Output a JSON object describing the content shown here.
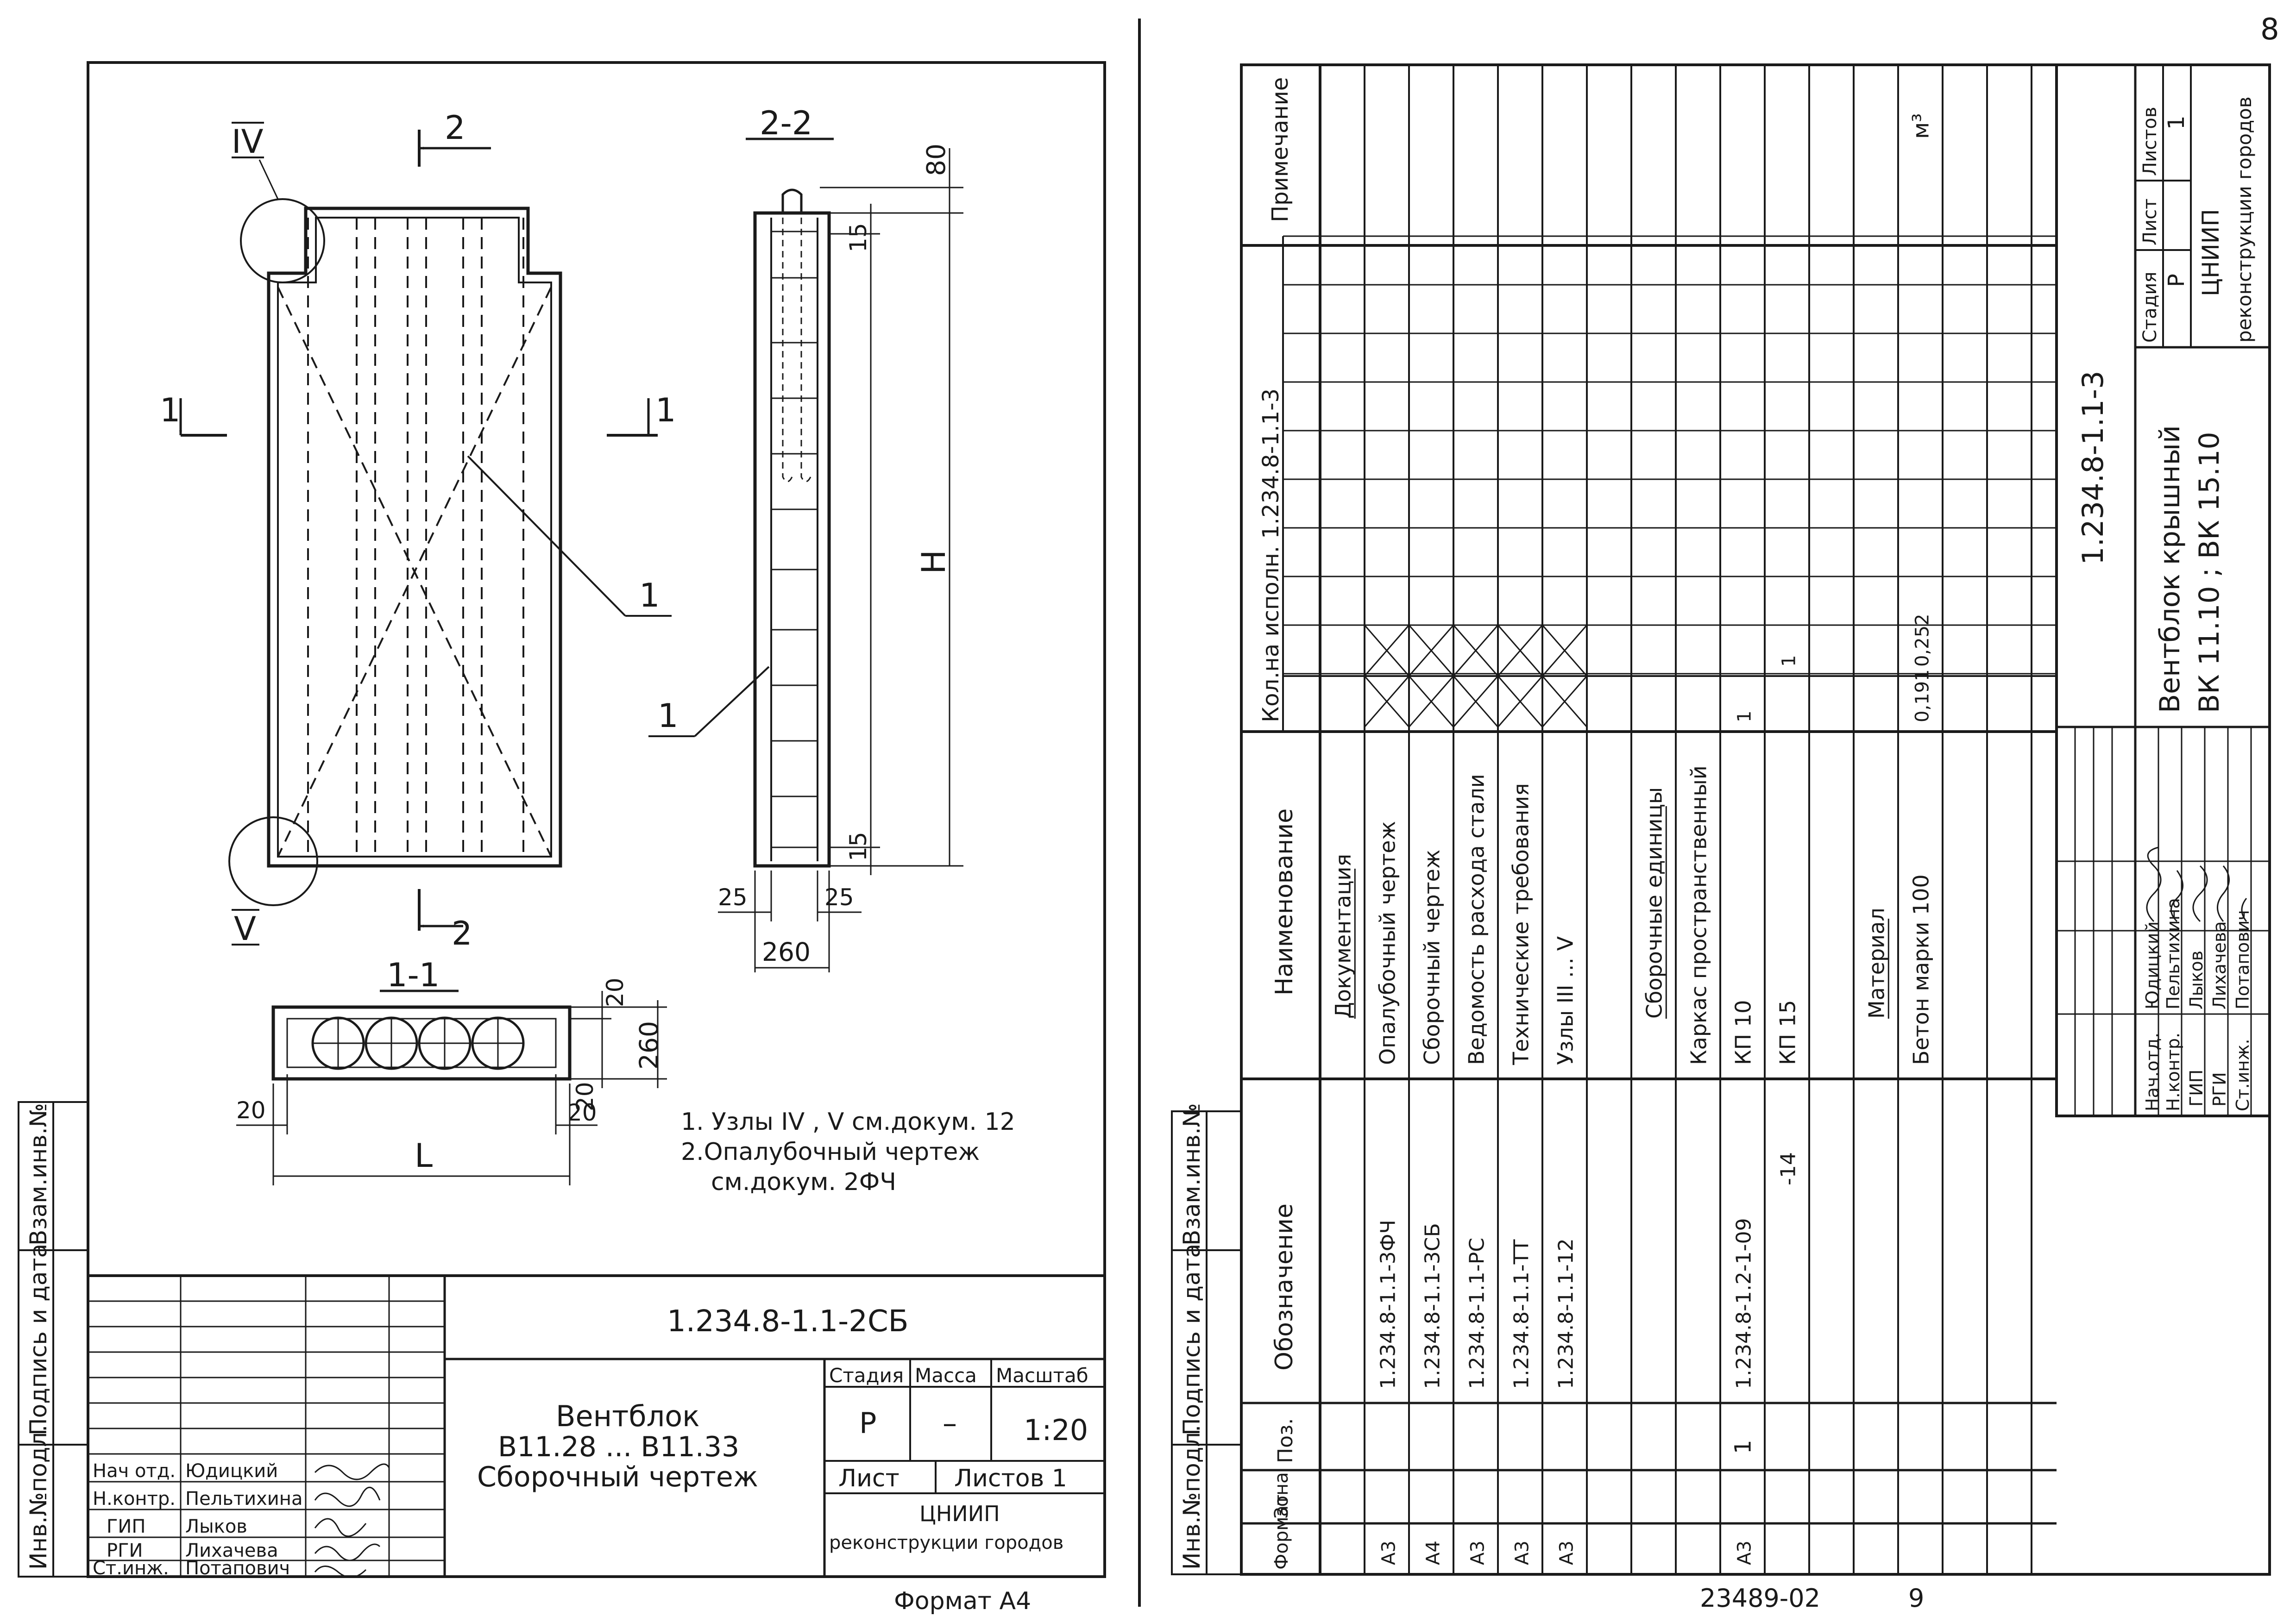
{
  "page_number": "8",
  "bottom_code": "23489-02",
  "bottom_page": "9",
  "format_note": "Формат А4",
  "left": {
    "section_22": "2-2",
    "section_11": "1-1",
    "node_iv": "IV",
    "node_v": "V",
    "mark_2": "2",
    "mark_1": "1",
    "callout_1": "1",
    "dims": {
      "d80": "80",
      "d15": "15",
      "H": "H",
      "d25": "25",
      "d260": "260",
      "d20": "20",
      "L": "L"
    },
    "notes": [
      "1. Узлы IV , V см.докум. 12",
      "2.Опалубочный чертеж",
      "см.докум. 2ФЧ"
    ],
    "side_labels": [
      "Инв.№подл.",
      "Подпись и дата",
      "Взам.инв.№"
    ],
    "stamp": {
      "code": "1.234.8-1.1-2СБ",
      "title": [
        "Вентблок",
        "В11.28 ... В11.33",
        "Сборочный чертеж"
      ],
      "stage_h": "Стадия",
      "mass_h": "Масса",
      "scale_h": "Масштаб",
      "stage": "Р",
      "mass": "–",
      "scale": "1:20",
      "sheet": "Лист",
      "sheets": "Листов 1",
      "org": [
        "ЦНИИП",
        "реконструкции городов"
      ],
      "roles": [
        "Нач отд.",
        "Н.контр.",
        "ГИП",
        "РГИ",
        "Ст.инж."
      ],
      "names": [
        "Юдицкий",
        "Пельтихина",
        "Лыков",
        "Лихачева",
        "Потапович"
      ]
    }
  },
  "right": {
    "side_labels": [
      "Инв.№подл.",
      "Подпись и дата",
      "Взам.инв.№"
    ],
    "headers": {
      "format": "Формат",
      "zone": "Зона",
      "pos": "Поз.",
      "designation": "Обозначение",
      "name": "Наименование",
      "qty": "Кол.на исполн. 1.234.8-1.1-3",
      "note": "Примечание"
    },
    "rows": [
      {
        "format": "",
        "zone": "",
        "pos": "",
        "designation": "",
        "name": "Документация",
        "underline": true,
        "qty1": "",
        "qty2": "",
        "crossed": false
      },
      {
        "format": "А3",
        "zone": "",
        "pos": "",
        "designation": "1.234.8-1.1-3ФЧ",
        "name": "Опалубочный чертеж",
        "underline": false,
        "qty1": "",
        "qty2": "",
        "crossed": true
      },
      {
        "format": "А4",
        "zone": "",
        "pos": "",
        "designation": "1.234.8-1.1-3СБ",
        "name": "Сборочный чертеж",
        "underline": false,
        "qty1": "",
        "qty2": "",
        "crossed": true
      },
      {
        "format": "А3",
        "zone": "",
        "pos": "",
        "designation": "1.234.8-1.1-РС",
        "name": "Ведомость расхода стали",
        "underline": false,
        "qty1": "",
        "qty2": "",
        "crossed": true
      },
      {
        "format": "А3",
        "zone": "",
        "pos": "",
        "designation": "1.234.8-1.1-ТТ",
        "name": "Технические требования",
        "underline": false,
        "qty1": "",
        "qty2": "",
        "crossed": true
      },
      {
        "format": "А3",
        "zone": "",
        "pos": "",
        "designation": "1.234.8-1.1-12",
        "name": "Узлы III ... V",
        "underline": false,
        "qty1": "",
        "qty2": "",
        "crossed": true
      },
      {
        "format": "",
        "zone": "",
        "pos": "",
        "designation": "",
        "name": "",
        "underline": false,
        "qty1": "",
        "qty2": "",
        "crossed": false
      },
      {
        "format": "",
        "zone": "",
        "pos": "",
        "designation": "",
        "name": "Сборочные единицы",
        "underline": true,
        "qty1": "",
        "qty2": "",
        "crossed": false
      },
      {
        "format": "",
        "zone": "",
        "pos": "",
        "designation": "",
        "name": "Каркас пространственный",
        "underline": false,
        "qty1": "",
        "qty2": "",
        "crossed": false
      },
      {
        "format": "А3",
        "zone": "",
        "pos": "1",
        "designation": "1.234.8-1.2-1-09",
        "name": "КП 10",
        "underline": false,
        "qty1": "1",
        "qty2": "",
        "crossed": false
      },
      {
        "format": "",
        "zone": "",
        "pos": "",
        "designation": "-14",
        "name": "КП 15",
        "underline": false,
        "qty1": "",
        "qty2": "1",
        "crossed": false
      },
      {
        "format": "",
        "zone": "",
        "pos": "",
        "designation": "",
        "name": "",
        "underline": false,
        "qty1": "",
        "qty2": "",
        "crossed": false
      },
      {
        "format": "",
        "zone": "",
        "pos": "",
        "designation": "",
        "name": "Материал",
        "underline": true,
        "qty1": "",
        "qty2": "",
        "crossed": false
      },
      {
        "format": "",
        "zone": "",
        "pos": "",
        "designation": "",
        "name": "Бетон марки 100",
        "underline": false,
        "qty1": "0,191",
        "qty2": "0,252",
        "crossed": false,
        "note": "м³"
      },
      {
        "format": "",
        "zone": "",
        "pos": "",
        "designation": "",
        "name": "",
        "underline": false,
        "qty1": "",
        "qty2": "",
        "crossed": false
      },
      {
        "format": "",
        "zone": "",
        "pos": "",
        "designation": "",
        "name": "",
        "underline": false,
        "qty1": "",
        "qty2": "",
        "crossed": false
      }
    ],
    "stamp": {
      "code": "1.234.8-1.1-3",
      "title": [
        "Вентблок крышный",
        "ВК 11.10 ; ВК 15.10"
      ],
      "stage_h": "Стадия",
      "sheet_h": "Лист",
      "sheets_h": "Листов",
      "stage": "Р",
      "sheets": "1",
      "org": [
        "ЦНИИП",
        "реконструкции городов"
      ],
      "roles": [
        "Нач.отд.",
        "Н.контр.",
        "ГИП",
        "РГИ",
        "Ст.инж."
      ],
      "names": [
        "Юдицкий",
        "Пельтихина",
        "Лыков",
        "Лихачева",
        "Потапович"
      ]
    }
  }
}
